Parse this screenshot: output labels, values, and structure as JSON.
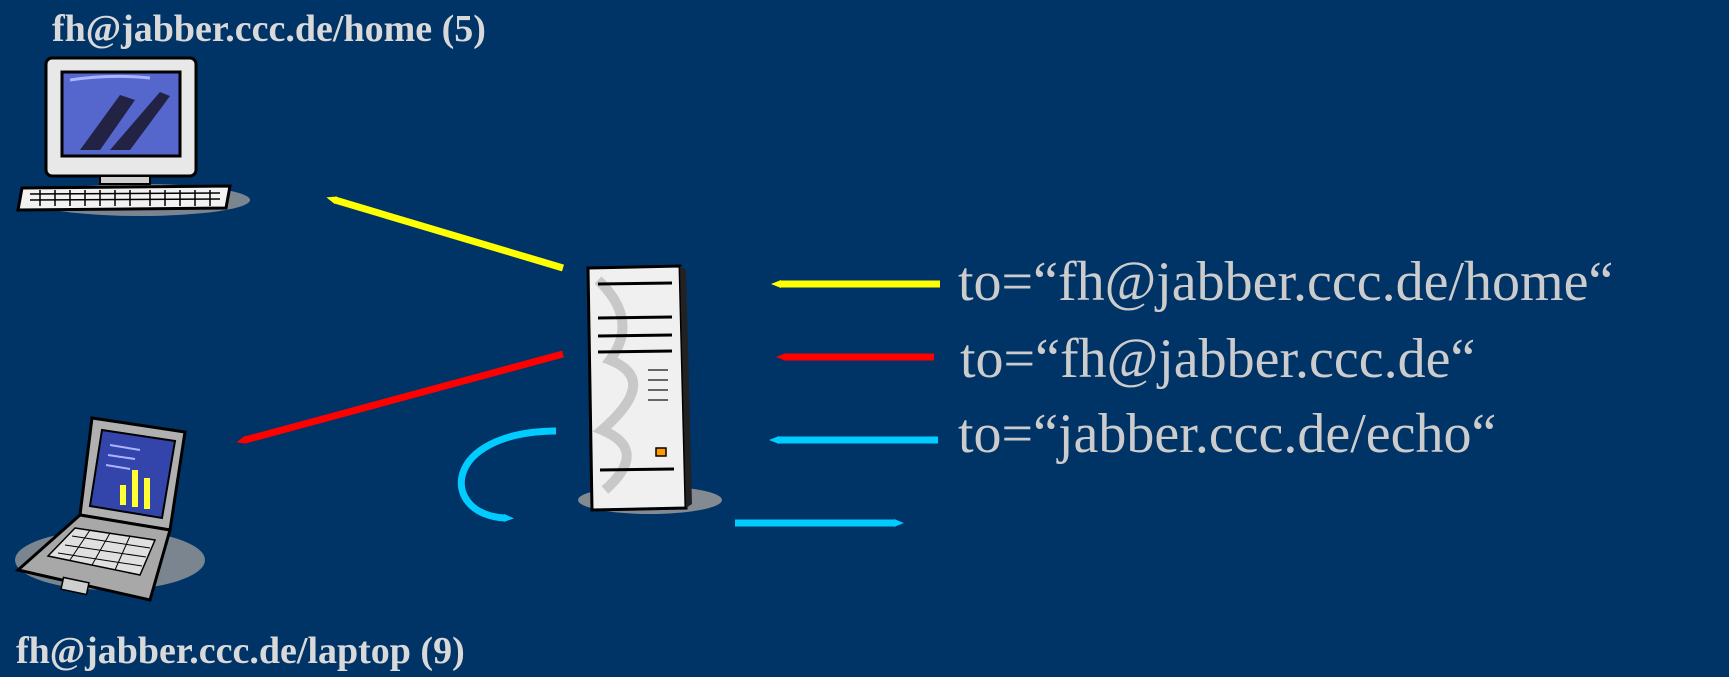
{
  "nodes": {
    "home": {
      "label": "fh@jabber.ccc.de/home (5)",
      "icon": "desktop-computer-icon"
    },
    "laptop": {
      "label": "fh@jabber.ccc.de/laptop (9)",
      "icon": "laptop-icon"
    },
    "server": {
      "icon": "server-tower-icon"
    }
  },
  "routes": [
    {
      "text": "to=“fh@jabber.ccc.de/home“",
      "color": "#ffff00"
    },
    {
      "text": "to=“fh@jabber.ccc.de“",
      "color": "#ff0000"
    },
    {
      "text": "to=“jabber.ccc.de/echo“",
      "color": "#00ccff"
    }
  ],
  "colors": {
    "background": "#003366",
    "yellow_arrow": "#ffff00",
    "red_arrow": "#ff0000",
    "cyan_arrow": "#00ccff",
    "label_text": "#d9d9d9"
  }
}
